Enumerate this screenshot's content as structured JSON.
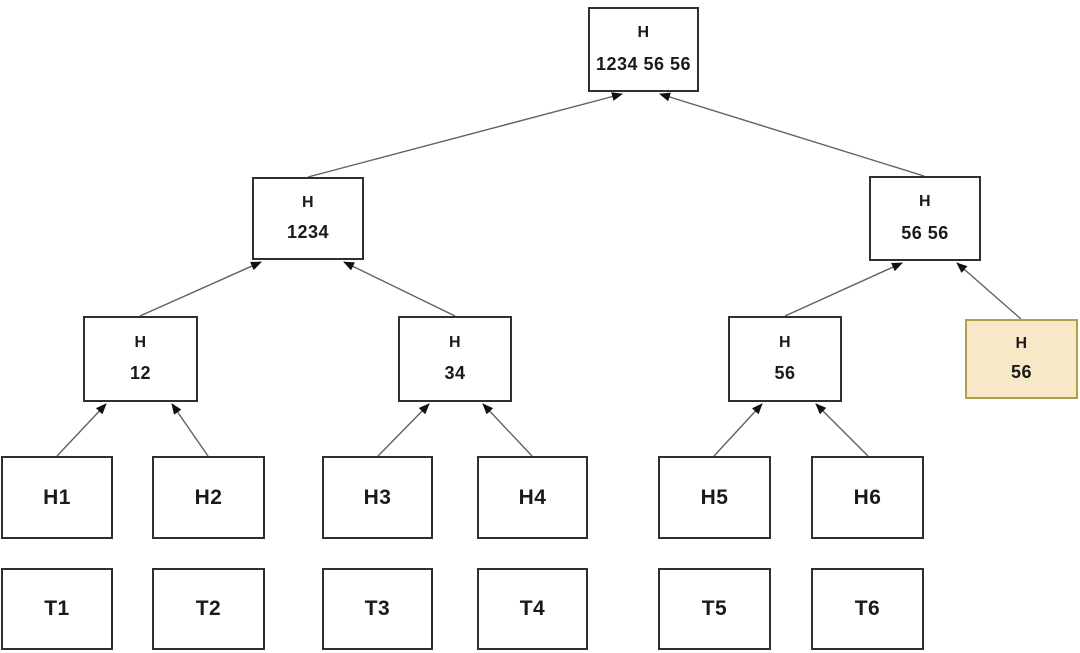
{
  "diagram": {
    "kind": "hash-tree",
    "nodes": {
      "root": {
        "title": "H",
        "value": "1234 56 56"
      },
      "left_parent": {
        "title": "H",
        "value": "1234"
      },
      "right_parent": {
        "title": "H",
        "value": "56 56"
      },
      "h12": {
        "title": "H",
        "value": "12"
      },
      "h34": {
        "title": "H",
        "value": "34"
      },
      "h56": {
        "title": "H",
        "value": "56"
      },
      "h56_duplicate": {
        "title": "H",
        "value": "56",
        "highlighted": true
      },
      "hash_leaves": [
        "H1",
        "H2",
        "H3",
        "H4",
        "H5",
        "H6"
      ],
      "tx_leaves": [
        "T1",
        "T2",
        "T3",
        "T4",
        "T5",
        "T6"
      ]
    },
    "colors": {
      "box_fill": "#ffffff",
      "box_border": "#2f2f2f",
      "highlight_fill": "#f7e9c8",
      "highlight_border": "#b2a04f",
      "arrow_line": "#616161",
      "arrowhead": "#111111",
      "background": "#ffffff"
    }
  }
}
